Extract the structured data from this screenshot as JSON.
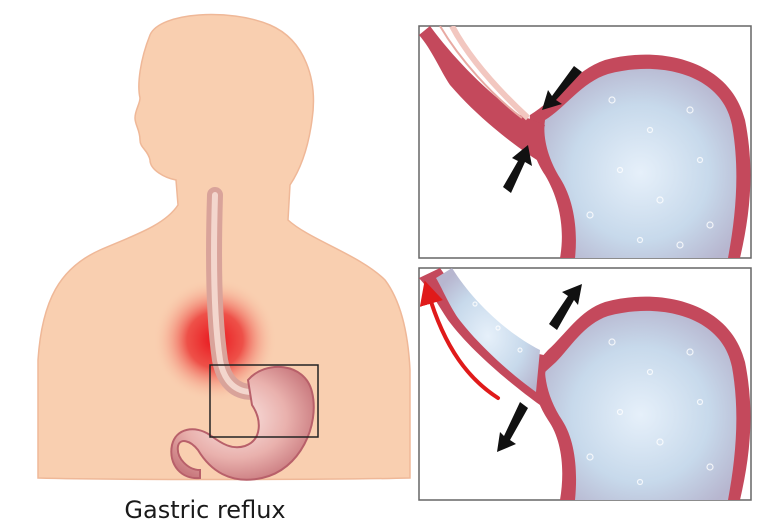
{
  "caption": "Gastric reflux",
  "colors": {
    "skin": "#f9cfb0",
    "skin_outline": "#e8b08e",
    "esophagus": "#d9a39a",
    "stomach_wall": "#c4495c",
    "stomach_inner": "#c6d8e8",
    "inflammation": "#e8141c",
    "reflux_arrow": "#e01a1a",
    "pressure_arrow": "#111111",
    "panel_border": "#666666"
  },
  "panels": [
    {
      "name": "normal-sphincter-closed",
      "arrows": "inward"
    },
    {
      "name": "relaxed-sphincter-reflux",
      "arrows": "outward"
    }
  ]
}
